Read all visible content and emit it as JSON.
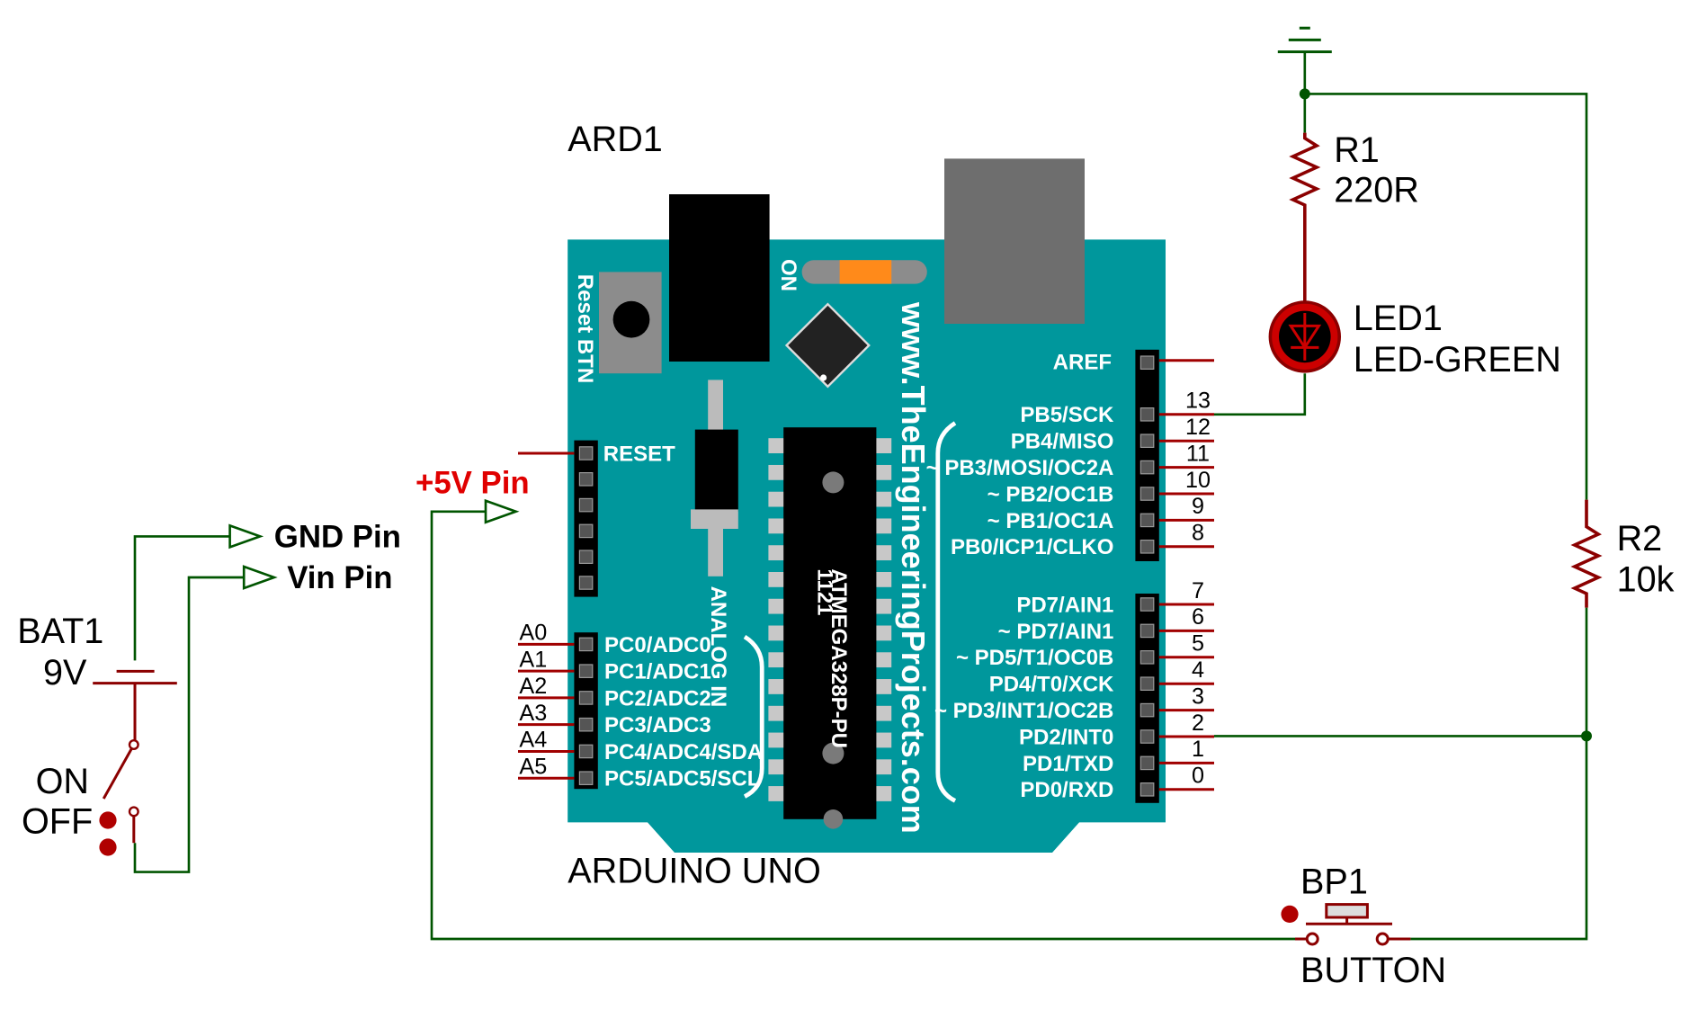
{
  "labels": {
    "ard_ref": "ARD1",
    "ard_name": "ARDUINO UNO",
    "reset_btn": "Reset BTN",
    "on_label": "ON",
    "website": "www.TheEngineeringProjects.com",
    "analog_in": "ANALOG IN",
    "chip_id": "1121",
    "chip_name": "ATMEGA328P-PU",
    "five_v_pin": "+5V Pin",
    "gnd_pin": "GND Pin",
    "vin_pin": "Vin Pin"
  },
  "battery": {
    "ref": "BAT1",
    "value": "9V",
    "switch_on": "ON",
    "switch_off": "OFF"
  },
  "r1": {
    "ref": "R1",
    "value": "220R"
  },
  "r2": {
    "ref": "R2",
    "value": "10k"
  },
  "led": {
    "ref": "LED1",
    "value": "LED-GREEN"
  },
  "button": {
    "ref": "BP1",
    "value": "BUTTON"
  },
  "header_left": {
    "reset": "RESET"
  },
  "digital_top": {
    "aref": "AREF",
    "pins": [
      {
        "name": "PB5/SCK",
        "num": "13"
      },
      {
        "name": "PB4/MISO",
        "num": "12"
      },
      {
        "name": "~ PB3/MOSI/OC2A",
        "num": "11"
      },
      {
        "name": "~ PB2/OC1B",
        "num": "10"
      },
      {
        "name": "~ PB1/OC1A",
        "num": "9"
      },
      {
        "name": "PB0/ICP1/CLKO",
        "num": "8"
      }
    ]
  },
  "digital_bottom": {
    "pins": [
      {
        "name": "PD7/AIN1",
        "num": "7"
      },
      {
        "name": "~ PD7/AIN1",
        "num": "6"
      },
      {
        "name": "~ PD5/T1/OC0B",
        "num": "5"
      },
      {
        "name": "PD4/T0/XCK",
        "num": "4"
      },
      {
        "name": "~ PD3/INT1/OC2B",
        "num": "3"
      },
      {
        "name": "PD2/INT0",
        "num": "2"
      },
      {
        "name": "PD1/TXD",
        "num": "1"
      },
      {
        "name": "PD0/RXD",
        "num": "0"
      }
    ]
  },
  "analog": {
    "pins": [
      {
        "name": "PC0/ADC0",
        "num": "A0"
      },
      {
        "name": "PC1/ADC1",
        "num": "A1"
      },
      {
        "name": "PC2/ADC2",
        "num": "A2"
      },
      {
        "name": "PC3/ADC3",
        "num": "A3"
      },
      {
        "name": "PC4/ADC4/SDA",
        "num": "A4"
      },
      {
        "name": "PC5/ADC5/SCL",
        "num": "A5"
      }
    ]
  },
  "colors": {
    "board": "#00979c",
    "wire": "#005500",
    "pin_red": "#a00000",
    "highlight_red": "#e00000",
    "usb": "#6e6e6e",
    "led_red": "#cc0000"
  }
}
